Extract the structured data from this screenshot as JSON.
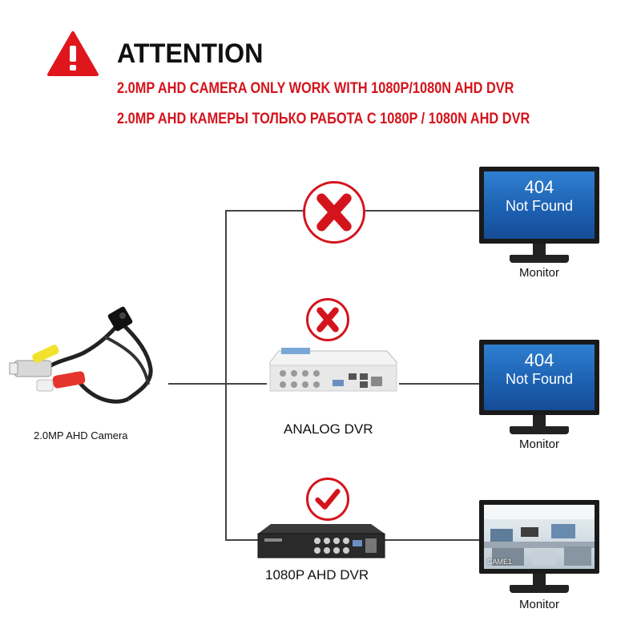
{
  "header": {
    "title": "ATTENTION",
    "line1": "2.0MP AHD CAMERA ONLY WORK WITH 1080P/1080N AHD DVR",
    "line2": "2.0MP AHD КАМЕРЫ ТОЛЬКО РАБОТА С 1080P / 1080N AHD DVR",
    "warn_icon": "warning-triangle-icon"
  },
  "camera": {
    "label": "2.0MP AHD Camera"
  },
  "rows": [
    {
      "status": "cross",
      "dvr_label": "",
      "monitor": {
        "screen_code": "404",
        "screen_text": "Not Found",
        "label": "Monitor"
      }
    },
    {
      "status": "cross",
      "dvr_label": "ANALOG DVR",
      "monitor": {
        "screen_code": "404",
        "screen_text": "Not Found",
        "label": "Monitor"
      }
    },
    {
      "status": "check",
      "dvr_label": "1080P AHD DVR",
      "monitor": {
        "camera_tag": "CAME1",
        "label": "Monitor"
      }
    }
  ],
  "colors": {
    "accent_red": "#d4141c",
    "screen_blue": "#2f7fd0",
    "wire": "#444444"
  }
}
